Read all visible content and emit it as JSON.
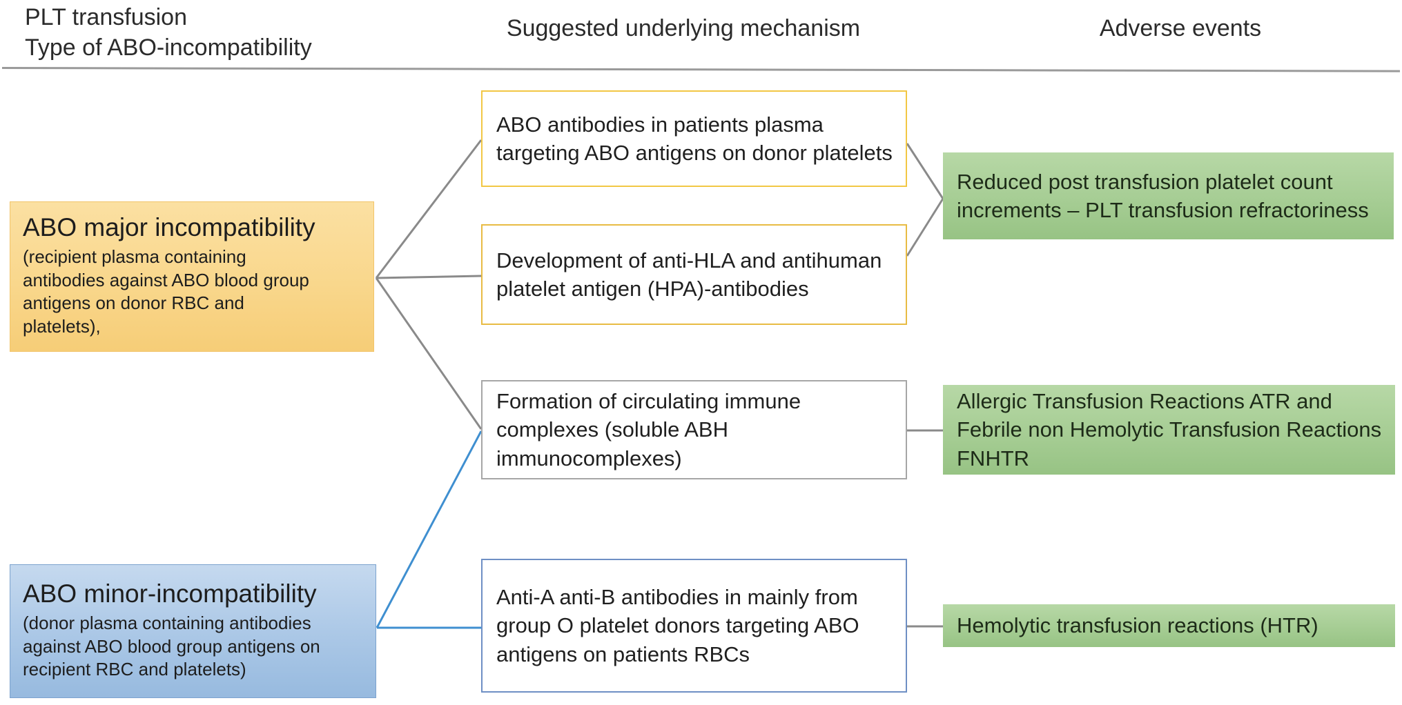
{
  "figure": {
    "columns": [
      {
        "id": "col-transfusion-type",
        "label": "PLT transfusion\nType of ABO-incompatibility"
      },
      {
        "id": "col-mechanism",
        "label": "Suggested underlying mechanism"
      },
      {
        "id": "col-adverse-events",
        "label": "Adverse events"
      }
    ],
    "categories": [
      {
        "id": "abo-major",
        "title": "ABO major incompatibility",
        "subtitle": "(recipient plasma containing\nantibodies against ABO blood group\nantigens on donor RBC and\nplatelets),",
        "fill": "#f9d78c",
        "border": "#f2c469"
      },
      {
        "id": "abo-minor",
        "title": "ABO minor-incompatibility",
        "subtitle": "(donor plasma containing antibodies\nagainst ABO blood group antigens on\nrecipient RBC and platelets)",
        "fill": "#aac7e6",
        "border": "#7ba2ce"
      }
    ],
    "mechanisms": [
      {
        "id": "mech-abo-antibodies",
        "text": "ABO antibodies in patients plasma targeting ABO antigens on donor platelets",
        "border": "#f2c744"
      },
      {
        "id": "mech-anti-hla-hpa",
        "text": "Development of anti-HLA and antihuman platelet antigen (HPA)-antibodies",
        "border": "#e8bb43"
      },
      {
        "id": "mech-immune-complexes",
        "text": "Formation of circulating immune complexes (soluble ABH immunocomplexes)",
        "border": "#a6a6a6"
      },
      {
        "id": "mech-anti-a-anti-b",
        "text": "Anti-A anti-B antibodies in mainly from group O platelet donors targeting ABO antigens on patients RBCs",
        "border": "#6e8fc4"
      }
    ],
    "adverse_events": [
      {
        "id": "ae-refractoriness",
        "text": "Reduced post transfusion platelet count increments – PLT transfusion refractoriness",
        "fill": "#a6cd94"
      },
      {
        "id": "ae-atr-fnhtr",
        "text": "Allergic Transfusion Reactions ATR and Febrile non Hemolytic Transfusion Reactions FNHTR",
        "fill": "#a6cd94"
      },
      {
        "id": "ae-htr",
        "text": "Hemolytic transfusion reactions (HTR)",
        "fill": "#a6cd94"
      }
    ],
    "connector_colors": {
      "gray": "#808080",
      "blue": "#3f8fd0"
    },
    "rule_color": "#9a9a9a"
  }
}
